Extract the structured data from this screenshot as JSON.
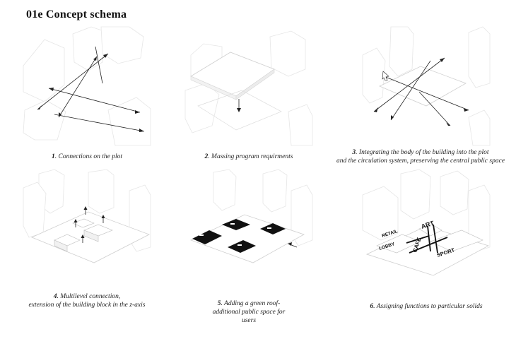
{
  "title": "01e Concept schema",
  "diagrams": [
    {
      "num": "1",
      "caption_lines": [
        ". Connections on the plot"
      ]
    },
    {
      "num": "2",
      "caption_lines": [
        ". Massing program requirments"
      ]
    },
    {
      "num": "3",
      "caption_lines": [
        ". Integrating the body of the building into the plot",
        "and the circulation system, preserving the central public space"
      ]
    },
    {
      "num": "4",
      "caption_lines": [
        ". Multilevel connection,",
        "extension of the building block in the z-axis"
      ]
    },
    {
      "num": "5",
      "caption_lines": [
        ". Adding a green roof-",
        "additional public space for",
        "users"
      ]
    },
    {
      "num": "6",
      "caption_lines": [
        ". Assigning functions to particular solids"
      ]
    }
  ],
  "function_labels": [
    "RETAIL",
    "ART",
    "CAFE",
    "LOBBY",
    "SPORT"
  ]
}
